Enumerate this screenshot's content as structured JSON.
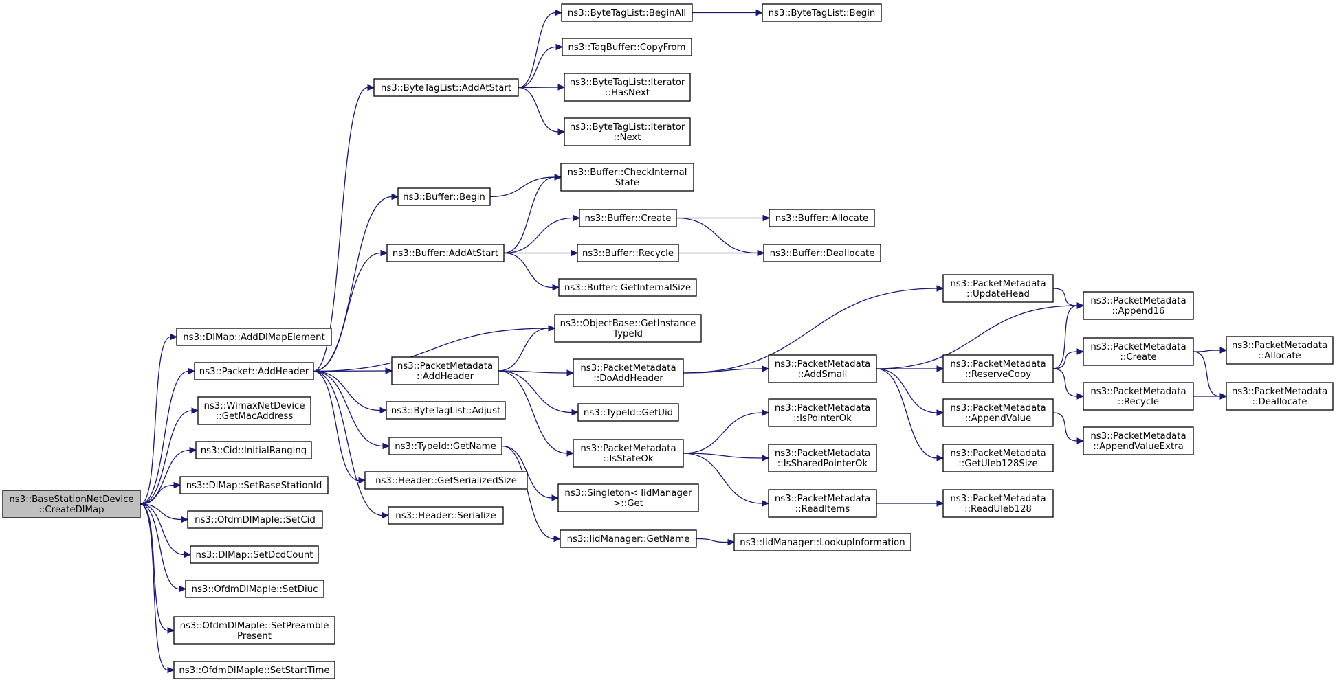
{
  "graph": {
    "title": "",
    "nodes": [
      {
        "id": "n_root",
        "lines": [
          "ns3::BaseStationNetDevice",
          "::CreateDlMap"
        ],
        "highlight": true
      },
      {
        "id": "n_addelem",
        "lines": [
          "ns3::DlMap::AddDlMapElement"
        ]
      },
      {
        "id": "n_pkt_addheader",
        "lines": [
          "ns3::Packet::AddHeader"
        ]
      },
      {
        "id": "n_getmac",
        "lines": [
          "ns3::WimaxNetDevice",
          "::GetMacAddress"
        ]
      },
      {
        "id": "n_initranging",
        "lines": [
          "ns3::Cid::InitialRanging"
        ]
      },
      {
        "id": "n_setbsid",
        "lines": [
          "ns3::DlMap::SetBaseStationId"
        ]
      },
      {
        "id": "n_setcid",
        "lines": [
          "ns3::OfdmDlMapIe::SetCid"
        ]
      },
      {
        "id": "n_setdcd",
        "lines": [
          "ns3::DlMap::SetDcdCount"
        ]
      },
      {
        "id": "n_setdiuc",
        "lines": [
          "ns3::OfdmDlMapIe::SetDiuc"
        ]
      },
      {
        "id": "n_setpreamble",
        "lines": [
          "ns3::OfdmDlMapIe::SetPreamble",
          "Present"
        ]
      },
      {
        "id": "n_setstart",
        "lines": [
          "ns3::OfdmDlMapIe::SetStartTime"
        ]
      },
      {
        "id": "n_btl_addatstart",
        "lines": [
          "ns3::ByteTagList::AddAtStart"
        ]
      },
      {
        "id": "n_buf_begin",
        "lines": [
          "ns3::Buffer::Begin"
        ]
      },
      {
        "id": "n_buf_addatstart",
        "lines": [
          "ns3::Buffer::AddAtStart"
        ]
      },
      {
        "id": "n_pm_addheader",
        "lines": [
          "ns3::PacketMetadata",
          "::AddHeader"
        ]
      },
      {
        "id": "n_btl_adjust",
        "lines": [
          "ns3::ByteTagList::Adjust"
        ]
      },
      {
        "id": "n_typeid_getname",
        "lines": [
          "ns3::TypeId::GetName"
        ]
      },
      {
        "id": "n_hdr_getsize",
        "lines": [
          "ns3::Header::GetSerializedSize"
        ]
      },
      {
        "id": "n_hdr_serialize",
        "lines": [
          "ns3::Header::Serialize"
        ]
      },
      {
        "id": "n_btl_beginall",
        "lines": [
          "ns3::ByteTagList::BeginAll"
        ]
      },
      {
        "id": "n_btl_begin",
        "lines": [
          "ns3::ByteTagList::Begin"
        ]
      },
      {
        "id": "n_tagbuf_copyfrom",
        "lines": [
          "ns3::TagBuffer::CopyFrom"
        ]
      },
      {
        "id": "n_btl_hasnext",
        "lines": [
          "ns3::ByteTagList::Iterator",
          "::HasNext"
        ]
      },
      {
        "id": "n_btl_next",
        "lines": [
          "ns3::ByteTagList::Iterator",
          "::Next"
        ]
      },
      {
        "id": "n_buf_checkinternal",
        "lines": [
          "ns3::Buffer::CheckInternal",
          "State"
        ]
      },
      {
        "id": "n_buf_create",
        "lines": [
          "ns3::Buffer::Create"
        ]
      },
      {
        "id": "n_buf_allocate",
        "lines": [
          "ns3::Buffer::Allocate"
        ]
      },
      {
        "id": "n_buf_recycle",
        "lines": [
          "ns3::Buffer::Recycle"
        ]
      },
      {
        "id": "n_buf_deallocate",
        "lines": [
          "ns3::Buffer::Deallocate"
        ]
      },
      {
        "id": "n_buf_getinternalsize",
        "lines": [
          "ns3::Buffer::GetInternalSize"
        ]
      },
      {
        "id": "n_objbase_getinstance",
        "lines": [
          "ns3::ObjectBase::GetInstance",
          "TypeId"
        ]
      },
      {
        "id": "n_pm_doaddheader",
        "lines": [
          "ns3::PacketMetadata",
          "::DoAddHeader"
        ]
      },
      {
        "id": "n_typeid_getuid",
        "lines": [
          "ns3::TypeId::GetUid"
        ]
      },
      {
        "id": "n_pm_isstateok",
        "lines": [
          "ns3::PacketMetadata",
          "::IsStateOk"
        ]
      },
      {
        "id": "n_singleton_get",
        "lines": [
          "ns3::Singleton< IidManager",
          " >::Get"
        ]
      },
      {
        "id": "n_iid_getname",
        "lines": [
          "ns3::IidManager::GetName"
        ]
      },
      {
        "id": "n_iid_lookup",
        "lines": [
          "ns3::IidManager::LookupInformation"
        ]
      },
      {
        "id": "n_pm_updatehead",
        "lines": [
          "ns3::PacketMetadata",
          "::UpdateHead"
        ]
      },
      {
        "id": "n_pm_addsmall",
        "lines": [
          "ns3::PacketMetadata",
          "::AddSmall"
        ]
      },
      {
        "id": "n_pm_ispointerok",
        "lines": [
          "ns3::PacketMetadata",
          "::IsPointerOk"
        ]
      },
      {
        "id": "n_pm_issharedpointerok",
        "lines": [
          "ns3::PacketMetadata",
          "::IsSharedPointerOk"
        ]
      },
      {
        "id": "n_pm_readitems",
        "lines": [
          "ns3::PacketMetadata",
          "::ReadItems"
        ]
      },
      {
        "id": "n_pm_append16",
        "lines": [
          "ns3::PacketMetadata",
          "::Append16"
        ]
      },
      {
        "id": "n_pm_reservecopy",
        "lines": [
          "ns3::PacketMetadata",
          "::ReserveCopy"
        ]
      },
      {
        "id": "n_pm_appendvalue",
        "lines": [
          "ns3::PacketMetadata",
          "::AppendValue"
        ]
      },
      {
        "id": "n_pm_getuleb",
        "lines": [
          "ns3::PacketMetadata",
          "::GetUleb128Size"
        ]
      },
      {
        "id": "n_pm_readuleb",
        "lines": [
          "ns3::PacketMetadata",
          "::ReadUleb128"
        ]
      },
      {
        "id": "n_pm_create",
        "lines": [
          "ns3::PacketMetadata",
          "::Create"
        ]
      },
      {
        "id": "n_pm_recycle",
        "lines": [
          "ns3::PacketMetadata",
          "::Recycle"
        ]
      },
      {
        "id": "n_pm_appendvalueextra",
        "lines": [
          "ns3::PacketMetadata",
          "::AppendValueExtra"
        ]
      },
      {
        "id": "n_pm_allocate",
        "lines": [
          "ns3::PacketMetadata",
          "::Allocate"
        ]
      },
      {
        "id": "n_pm_deallocate",
        "lines": [
          "ns3::PacketMetadata",
          "::Deallocate"
        ]
      }
    ],
    "edges": [
      [
        "n_root",
        "n_addelem"
      ],
      [
        "n_root",
        "n_pkt_addheader"
      ],
      [
        "n_root",
        "n_getmac"
      ],
      [
        "n_root",
        "n_initranging"
      ],
      [
        "n_root",
        "n_setbsid"
      ],
      [
        "n_root",
        "n_setcid"
      ],
      [
        "n_root",
        "n_setdcd"
      ],
      [
        "n_root",
        "n_setdiuc"
      ],
      [
        "n_root",
        "n_setpreamble"
      ],
      [
        "n_root",
        "n_setstart"
      ],
      [
        "n_pkt_addheader",
        "n_btl_addatstart"
      ],
      [
        "n_pkt_addheader",
        "n_buf_begin"
      ],
      [
        "n_pkt_addheader",
        "n_buf_addatstart"
      ],
      [
        "n_pkt_addheader",
        "n_objbase_getinstance"
      ],
      [
        "n_pkt_addheader",
        "n_pm_addheader"
      ],
      [
        "n_pkt_addheader",
        "n_btl_adjust"
      ],
      [
        "n_pkt_addheader",
        "n_typeid_getname"
      ],
      [
        "n_pkt_addheader",
        "n_hdr_getsize"
      ],
      [
        "n_pkt_addheader",
        "n_hdr_serialize"
      ],
      [
        "n_btl_addatstart",
        "n_btl_beginall"
      ],
      [
        "n_btl_addatstart",
        "n_tagbuf_copyfrom"
      ],
      [
        "n_btl_addatstart",
        "n_btl_hasnext"
      ],
      [
        "n_btl_addatstart",
        "n_btl_next"
      ],
      [
        "n_btl_beginall",
        "n_btl_begin"
      ],
      [
        "n_buf_begin",
        "n_buf_checkinternal"
      ],
      [
        "n_buf_addatstart",
        "n_buf_checkinternal"
      ],
      [
        "n_buf_addatstart",
        "n_buf_create"
      ],
      [
        "n_buf_addatstart",
        "n_buf_recycle"
      ],
      [
        "n_buf_addatstart",
        "n_buf_getinternalsize"
      ],
      [
        "n_buf_create",
        "n_buf_allocate"
      ],
      [
        "n_buf_create",
        "n_buf_deallocate"
      ],
      [
        "n_buf_recycle",
        "n_buf_deallocate"
      ],
      [
        "n_pm_addheader",
        "n_objbase_getinstance"
      ],
      [
        "n_pm_addheader",
        "n_pm_doaddheader"
      ],
      [
        "n_pm_addheader",
        "n_typeid_getuid"
      ],
      [
        "n_pm_addheader",
        "n_pm_isstateok"
      ],
      [
        "n_typeid_getname",
        "n_singleton_get"
      ],
      [
        "n_typeid_getname",
        "n_iid_getname"
      ],
      [
        "n_iid_getname",
        "n_iid_lookup"
      ],
      [
        "n_pm_doaddheader",
        "n_pm_updatehead"
      ],
      [
        "n_pm_doaddheader",
        "n_pm_addsmall"
      ],
      [
        "n_pm_isstateok",
        "n_pm_ispointerok"
      ],
      [
        "n_pm_isstateok",
        "n_pm_issharedpointerok"
      ],
      [
        "n_pm_isstateok",
        "n_pm_readitems"
      ],
      [
        "n_pm_updatehead",
        "n_pm_append16"
      ],
      [
        "n_pm_addsmall",
        "n_pm_append16"
      ],
      [
        "n_pm_addsmall",
        "n_pm_reservecopy"
      ],
      [
        "n_pm_addsmall",
        "n_pm_appendvalue"
      ],
      [
        "n_pm_addsmall",
        "n_pm_getuleb"
      ],
      [
        "n_pm_readitems",
        "n_pm_readuleb"
      ],
      [
        "n_pm_reservecopy",
        "n_pm_append16"
      ],
      [
        "n_pm_reservecopy",
        "n_pm_create"
      ],
      [
        "n_pm_reservecopy",
        "n_pm_recycle"
      ],
      [
        "n_pm_appendvalue",
        "n_pm_appendvalueextra"
      ],
      [
        "n_pm_create",
        "n_pm_allocate"
      ],
      [
        "n_pm_create",
        "n_pm_deallocate"
      ],
      [
        "n_pm_recycle",
        "n_pm_deallocate"
      ]
    ]
  }
}
